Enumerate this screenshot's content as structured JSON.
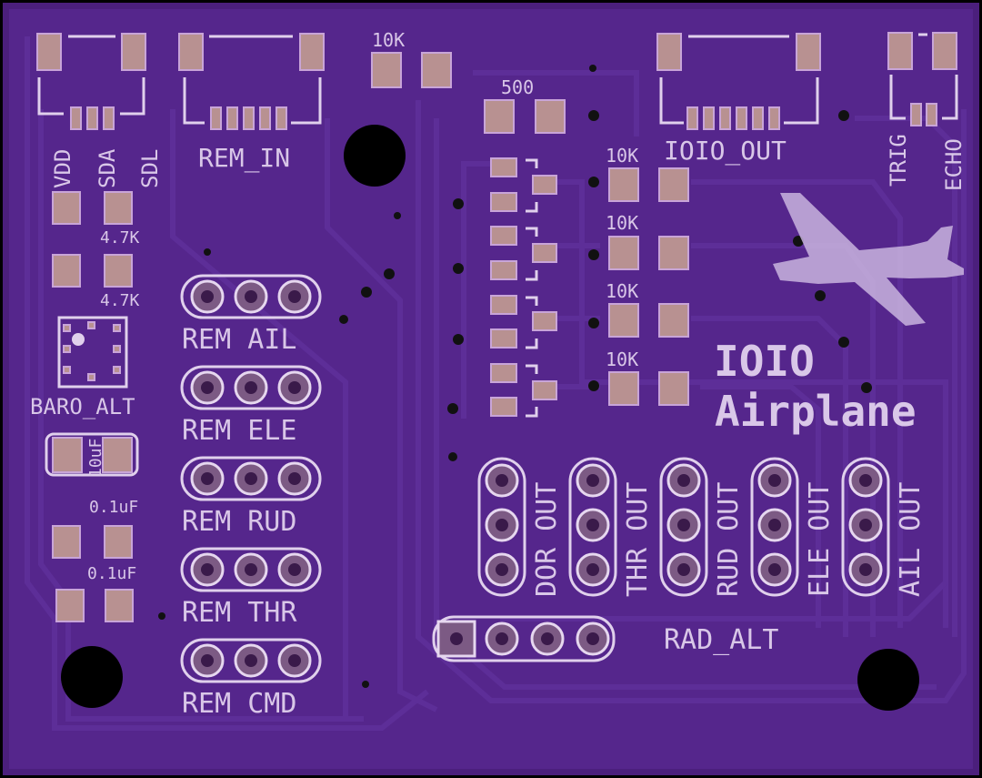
{
  "board": {
    "background_color": "#4b1f7c",
    "copper_color": "#5a2b94",
    "pad_color": "#b89191",
    "silk_color": "#e0d0ec"
  },
  "headers": {
    "imu": {
      "vdd": "VDD",
      "sda": "SDA",
      "sdl": "SDL"
    },
    "rem_in": "REM_IN",
    "ioio_out": "IOIO_OUT",
    "trig": "TRIG",
    "echo": "ECHO",
    "baro_alt": "BARO_ALT",
    "rad_alt": "RAD_ALT"
  },
  "resistors": {
    "r_top": "10K",
    "r_500": "500",
    "r_row": [
      "10K",
      "10K",
      "10K",
      "10K"
    ],
    "pullup_1": "4.7K",
    "pullup_2": "4.7K"
  },
  "capacitors": {
    "c_10uf": "10uF",
    "c_1": "0.1uF",
    "c_2": "0.1uF"
  },
  "rem_connectors": [
    "REM AIL",
    "REM ELE",
    "REM RUD",
    "REM THR",
    "REM CMD"
  ],
  "out_connectors": [
    "DOR OUT",
    "THR OUT",
    "RUD OUT",
    "ELE OUT",
    "AIL OUT"
  ],
  "title": {
    "line1": "IOIO",
    "line2": "Airplane"
  },
  "logo": "airplane-icon"
}
